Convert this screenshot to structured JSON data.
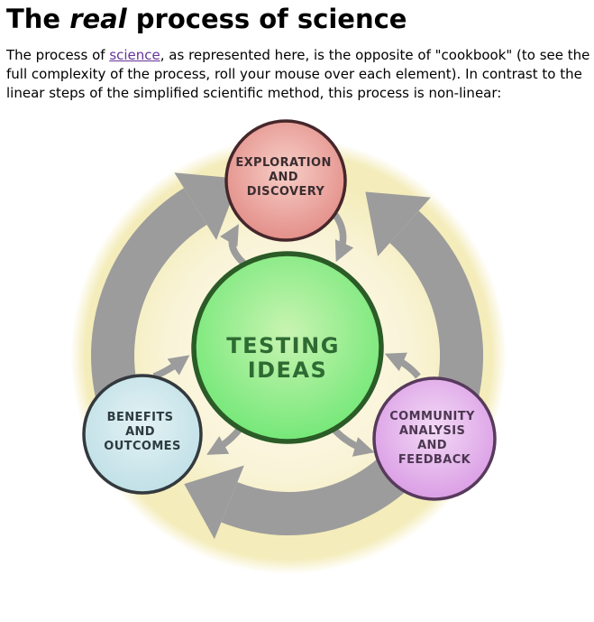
{
  "page": {
    "title": {
      "pre": "The ",
      "emphasis": "real",
      "post": " process of science"
    },
    "intro": {
      "before_link": "The process of ",
      "link_text": "science",
      "after_link": ", as represented here, is the opposite of \"cookbook\" (to see the full complexity of the process, roll your mouse over each element). In contrast to the linear steps of the simplified scientific method, this process is non-linear:"
    }
  },
  "diagram": {
    "background_color": "#f4ecba",
    "arrow_color": "#9c9c9c",
    "center_node": {
      "label_lines": [
        "TESTING",
        "IDEAS"
      ],
      "fill_center": "#c9f4b2",
      "fill_edge": "#6fe774",
      "border_color": "#2b5b27",
      "text_color": "#2e6b33"
    },
    "nodes": [
      {
        "label_lines": [
          "EXPLORATION",
          "AND",
          "DISCOVERY"
        ],
        "fill_center": "#f7cec7",
        "fill_edge": "#e28b85",
        "border_color": "#45272b",
        "text_color": "#3a2d30"
      },
      {
        "label_lines": [
          "BENEFITS",
          "AND",
          "OUTCOMES"
        ],
        "fill_center": "#e3f2f4",
        "fill_edge": "#bedfe6",
        "border_color": "#33393d",
        "text_color": "#2d3b40"
      },
      {
        "label_lines": [
          "COMMUNITY",
          "ANALYSIS",
          "AND",
          "FEEDBACK"
        ],
        "fill_center": "#f3daf6",
        "fill_edge": "#d99ae4",
        "border_color": "#573a5c",
        "text_color": "#4c3751"
      }
    ]
  }
}
